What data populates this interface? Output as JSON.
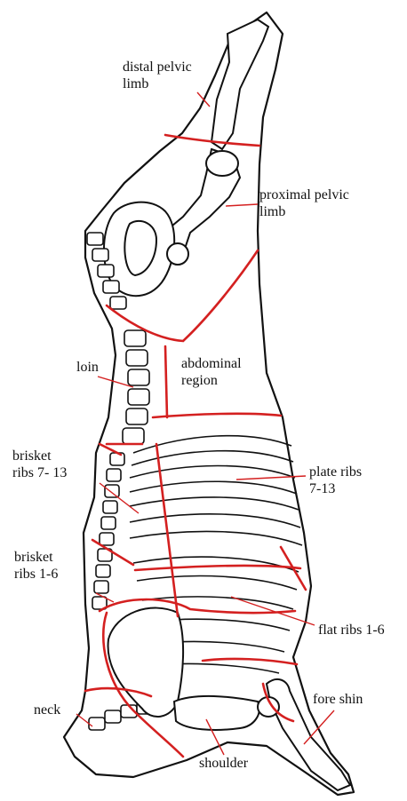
{
  "labels": {
    "distal_pelvic_limb": "distal pelvic\nlimb",
    "proximal_pelvic_limb": "proximal pelvic\nlimb",
    "loin": "loin",
    "abdominal_region": "abdominal\nregion",
    "brisket_ribs_7_13": "brisket\nribs 7- 13",
    "plate_ribs_7_13": "plate ribs\n7-13",
    "brisket_ribs_1_6": "brisket\nribs 1-6",
    "flat_ribs_1_6": "flat ribs 1-6",
    "neck": "neck",
    "fore_shin": "fore shin",
    "shoulder": "shoulder"
  },
  "colors": {
    "outline": "#111111",
    "cut_line": "#d42020",
    "leader": "#d42020",
    "background": "#ffffff"
  }
}
